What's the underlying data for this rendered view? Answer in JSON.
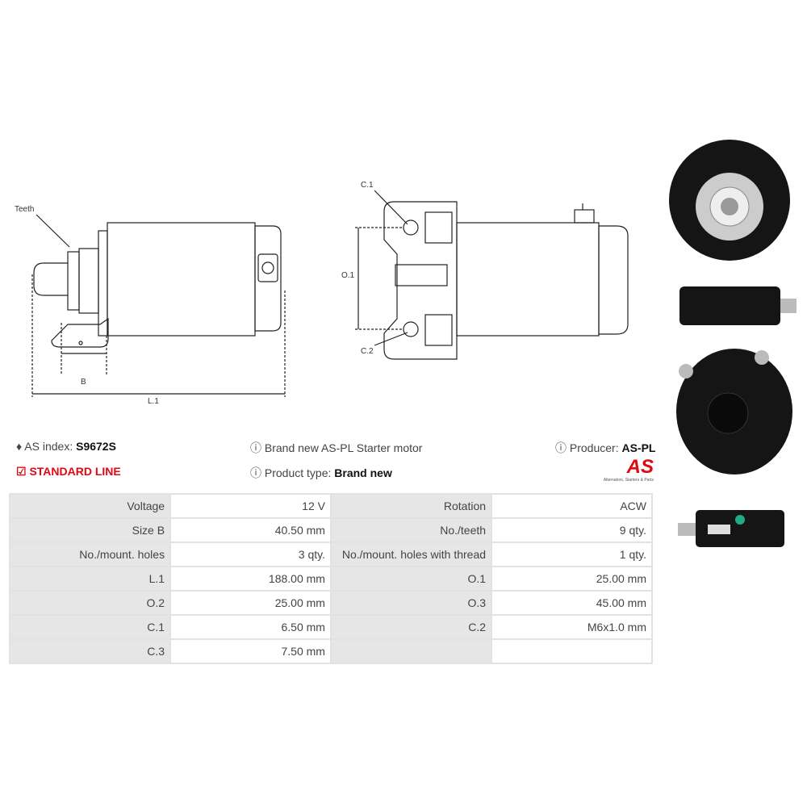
{
  "drawings": {
    "left_labels": {
      "teeth": "Teeth",
      "b": "B",
      "l1": "L.1"
    },
    "middle_labels": {
      "c1": "C.1",
      "o1": "O.1",
      "c2": "C.2"
    }
  },
  "info": {
    "as_index_label": "AS index:",
    "as_index_value": "S9672S",
    "description": "Brand new AS-PL Starter motor",
    "producer_label": "Producer:",
    "producer_value": "AS-PL",
    "line": "STANDARD LINE",
    "product_type_label": "Product type:",
    "product_type_value": "Brand new",
    "logo_text": "AS",
    "logo_tagline": "Alternators, Starters & Parts"
  },
  "specs": [
    [
      "Voltage",
      "12 V",
      "Rotation",
      "ACW"
    ],
    [
      "Size B",
      "40.50 mm",
      "No./teeth",
      "9 qty."
    ],
    [
      "No./mount. holes",
      "3 qty.",
      "No./mount. holes with thread",
      "1 qty."
    ],
    [
      "L.1",
      "188.00 mm",
      "O.1",
      "25.00 mm"
    ],
    [
      "O.2",
      "25.00 mm",
      "O.3",
      "45.00 mm"
    ],
    [
      "C.1",
      "6.50 mm",
      "C.2",
      "M6x1.0 mm"
    ],
    [
      "C.3",
      "7.50 mm",
      "",
      ""
    ]
  ],
  "colors": {
    "accent": "#e30613",
    "table_key_bg": "#e6e6e6"
  }
}
